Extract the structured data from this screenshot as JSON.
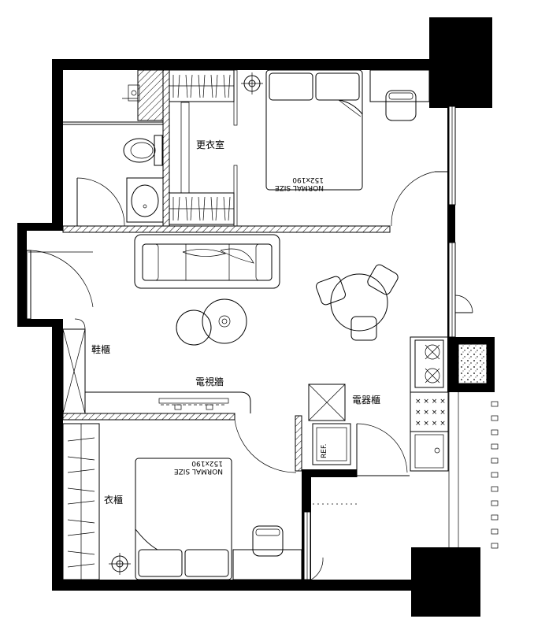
{
  "rooms": {
    "walk_in_closet": "更衣室",
    "shoe_cabinet": "鞋櫃",
    "tv_wall": "電視牆",
    "appliance_cabinet": "電器櫃",
    "wardrobe": "衣櫃"
  },
  "beds": {
    "master": {
      "size_label": "NORMAL SIZE",
      "dimensions": "152x190"
    },
    "second": {
      "size_label": "NORMAL SIZE",
      "dimensions": "152x190"
    }
  },
  "fridge_label": "REF.",
  "colors": {
    "wall": "#000000",
    "line": "#000000",
    "background": "#ffffff"
  }
}
